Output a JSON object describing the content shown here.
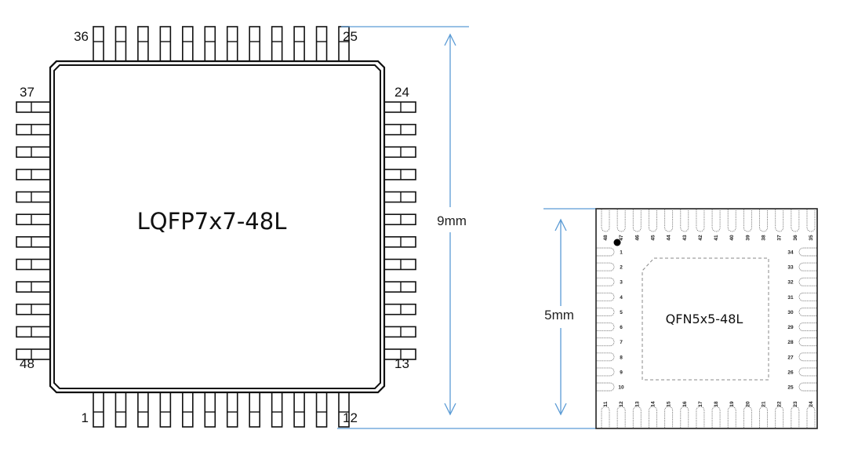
{
  "lqfp": {
    "label": "LQFP7x7-48L",
    "pins_per_side": 12,
    "corner_labels": {
      "bottom_left_first": "1",
      "bottom_right_last": "12",
      "right_bottom_first": "13",
      "right_top_last": "24",
      "top_right_first": "25",
      "top_left_last": "36",
      "left_top_first": "37",
      "left_bottom_last": "48"
    },
    "dimension": "9mm"
  },
  "qfn": {
    "label": "QFN5x5-48L",
    "pin1_marker": "dot",
    "left_pins": [
      "1",
      "2",
      "3",
      "4",
      "5",
      "6",
      "7",
      "8",
      "9",
      "10"
    ],
    "right_pins": [
      "34",
      "33",
      "32",
      "31",
      "30",
      "29",
      "28",
      "27",
      "26",
      "25"
    ],
    "top_pins": [
      "48",
      "47",
      "46",
      "45",
      "44",
      "43",
      "42",
      "41",
      "40",
      "39",
      "38",
      "37",
      "36",
      "35"
    ],
    "bottom_pins": [
      "11",
      "12",
      "13",
      "14",
      "15",
      "16",
      "17",
      "18",
      "19",
      "20",
      "21",
      "22",
      "23",
      "24"
    ],
    "dimension": "5mm"
  },
  "colors": {
    "outline": "#111111",
    "dimension_line": "#5b9bd5",
    "pad_outline": "#777777"
  }
}
